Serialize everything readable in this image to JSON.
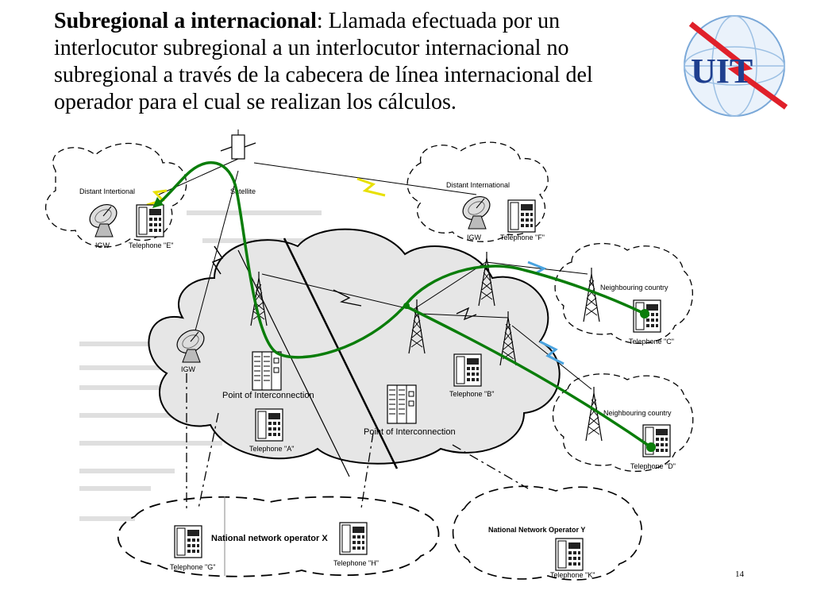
{
  "slide": {
    "title_bold": "Subregional a internacional",
    "title_rest": ": Llamada efectuada por un interlocutor subregional a un interlocutor internacional no subregional a través de la cabecera de línea internacional del operador para el cual se realizan los cálculos.",
    "page_number": "14"
  },
  "logo": {
    "text": "UIT"
  },
  "diagram": {
    "satellite": "Satellite",
    "distant_left": "Distant Intertional",
    "distant_right": "Distant International",
    "igw_left": "IGW",
    "igw_right": "IGW",
    "igw_center": "IGW",
    "tel_e": "Telephone \"E\"",
    "tel_f": "Telephone \"F\"",
    "tel_a": "Telephone \"A\"",
    "tel_b": "Telephone \"B\"",
    "tel_c": "Telephone \"C\"",
    "tel_d": "Telephone \"D\"",
    "tel_g": "Telephone \"G\"",
    "tel_h": "Telephone \"H\"",
    "tel_k": "Telephone \"K\"",
    "poi_1": "Point of Interconnection",
    "poi_2": "Point of Interconnection",
    "neighbour_1": "Neighbouring country",
    "neighbour_2": "Neighbouring country",
    "national_x": "National network operator X",
    "national_y": "National Network Operator Y"
  },
  "colors": {
    "route": "#0a7d0a",
    "link_yellow": "#e8e000",
    "link_blue": "#4aa3df",
    "logo_red": "#e0202a",
    "logo_blue": "#1f3f8f"
  }
}
